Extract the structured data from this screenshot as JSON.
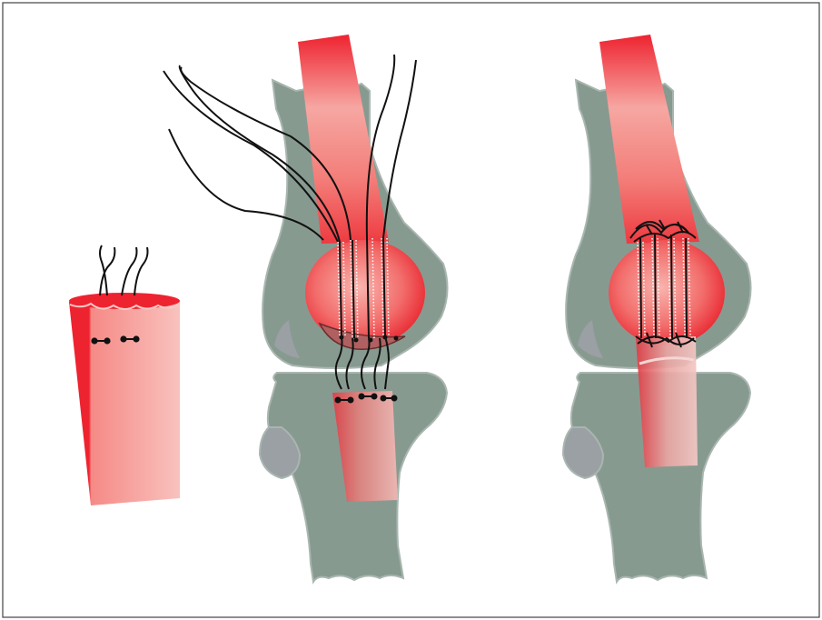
{
  "figure": {
    "panels": [
      {
        "id": "graft-prep",
        "description_name": "prepared-tendon-graft"
      },
      {
        "id": "graft-passing",
        "description_name": "graft-passing-through-patella"
      },
      {
        "id": "graft-secured",
        "description_name": "graft-secured-knee"
      }
    ]
  },
  "colors": {
    "bone": "#879a90",
    "bone_edge": "#a9b6b0",
    "cartilage": "#a3aaae",
    "tendon_red": "#ee2330",
    "tendon_light": "#f7a8a6",
    "patella_inner": "#f59a93",
    "suture": "#111111",
    "tunnel": "#ffffff",
    "frame": "#444444"
  }
}
